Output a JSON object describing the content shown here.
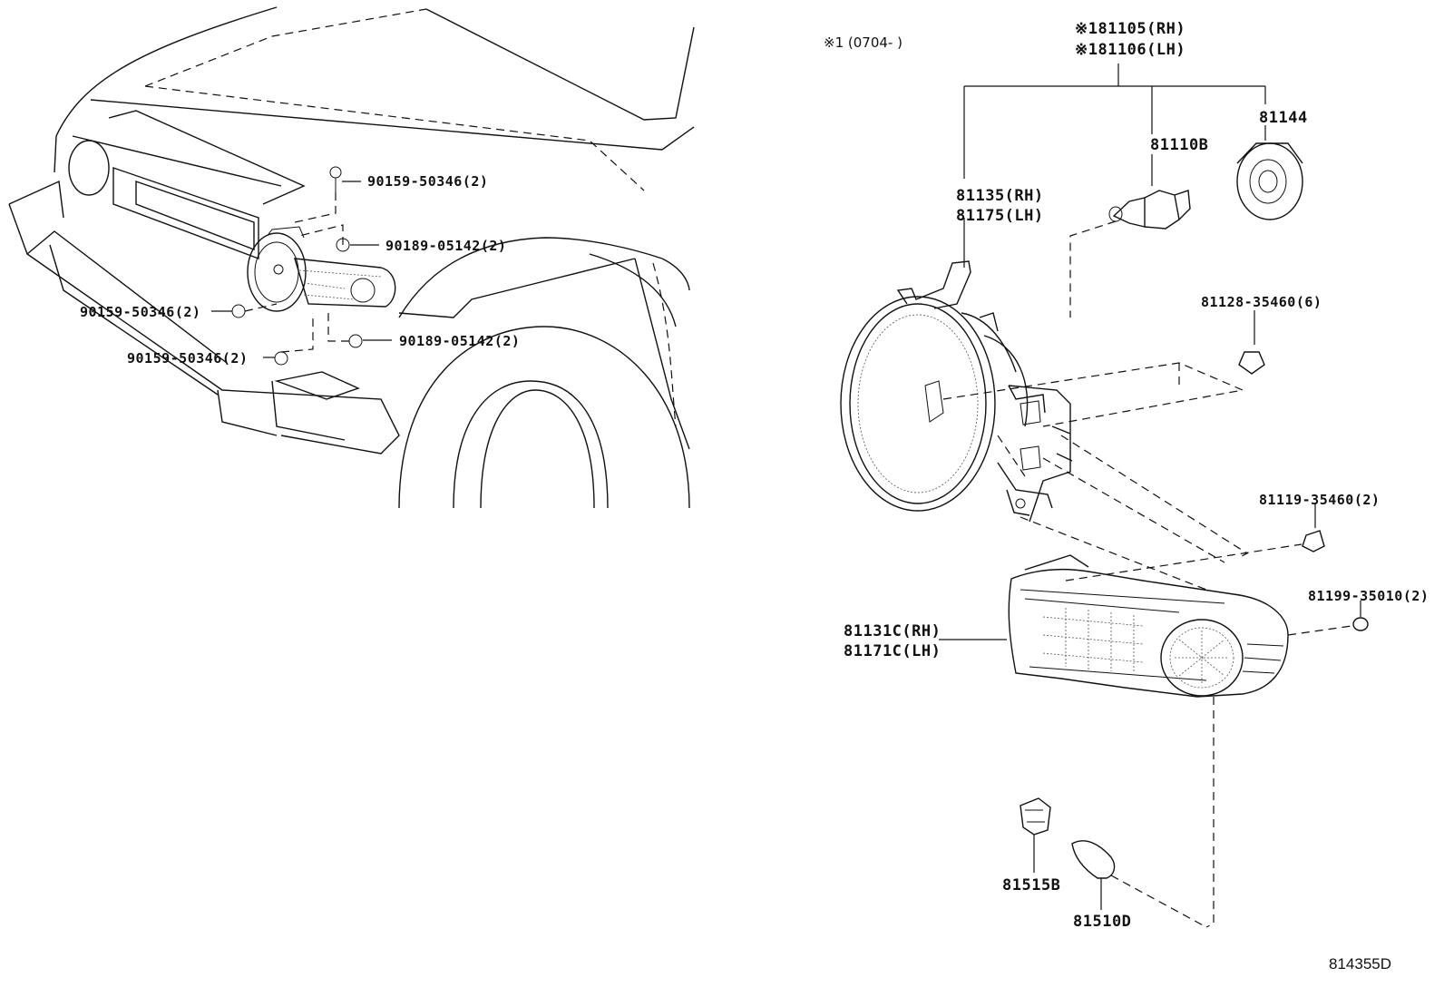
{
  "note": "※1 (0704-    )",
  "diagram_code": "814355D",
  "callouts": {
    "p81105": "※181105(RH)",
    "p81106": "※181106(LH)",
    "p81144": "81144",
    "p81110b": "81110B",
    "p81135": "81135(RH)",
    "p81175": "81175(LH)",
    "p81128": "81128-35460(6)",
    "p81119": "81119-35460(2)",
    "p81199": "81199-35010(2)",
    "p81131c": "81131C(RH)",
    "p81171c": "81171C(LH)",
    "p81515b": "81515B",
    "p81510d": "81510D",
    "p90159_a": "90159-50346(2)",
    "p90189_a": "90189-05142(2)",
    "p90159_b": "90159-50346(2)",
    "p90189_b": "90189-05142(2)",
    "p90159_c": "90159-50346(2)"
  }
}
